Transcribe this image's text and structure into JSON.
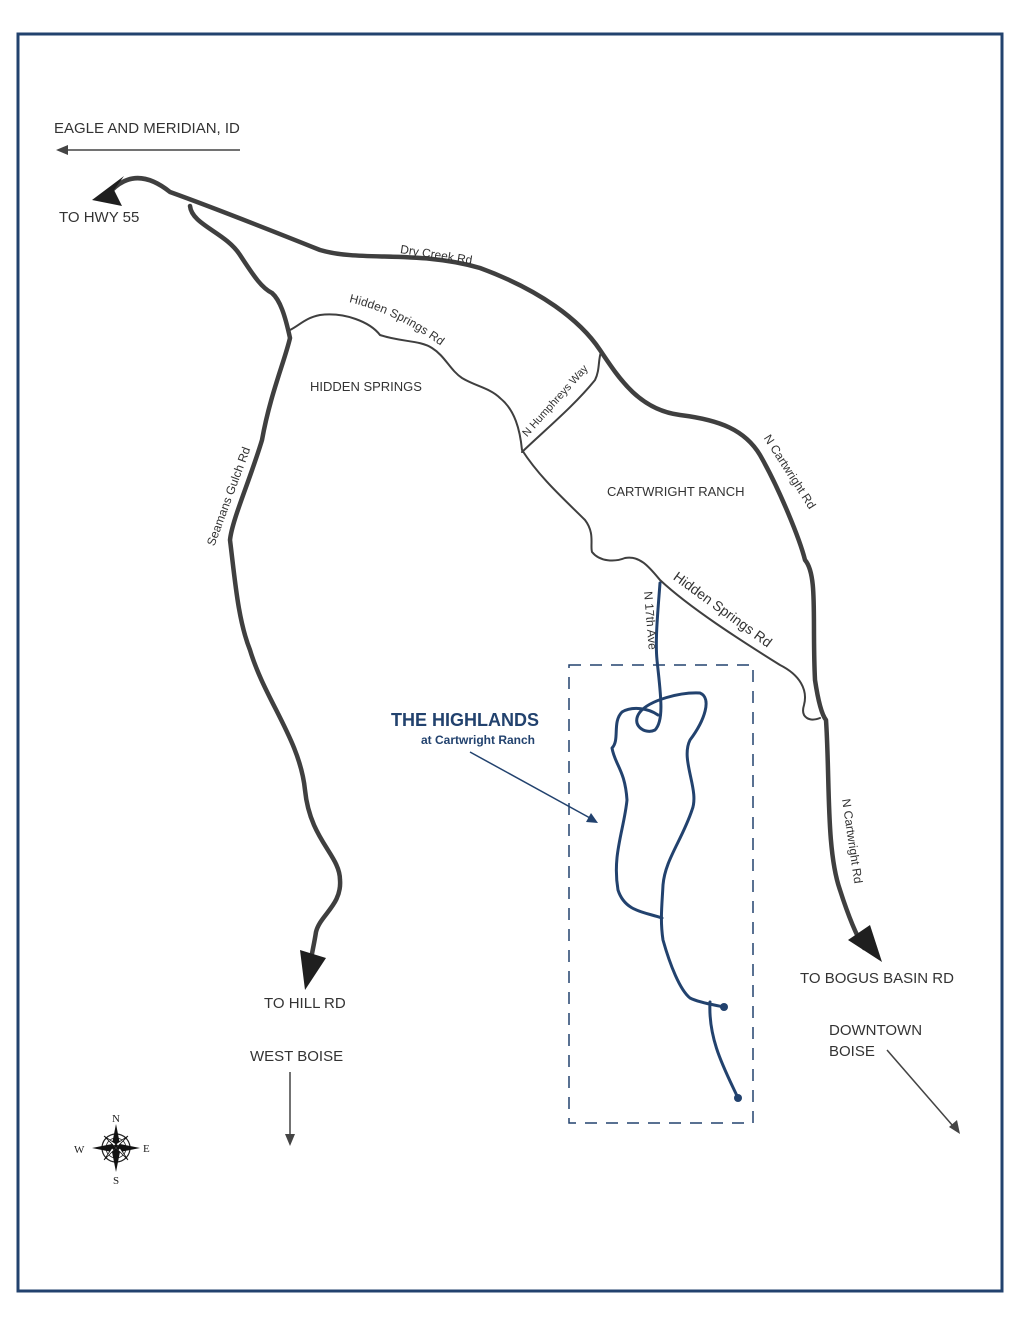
{
  "colors": {
    "frame": "#22426e",
    "road": "#3f3f3f",
    "highlands": "#22426e"
  },
  "destinations": {
    "eagle_meridian": "EAGLE AND MERIDIAN, ID",
    "hwy55": "TO HWY 55",
    "hill_rd": "TO HILL RD",
    "west_boise": "WEST BOISE",
    "bogus_basin": "TO BOGUS BASIN RD",
    "downtown_line1": "DOWNTOWN",
    "downtown_line2": "BOISE"
  },
  "areas": {
    "hidden_springs": "HIDDEN SPRINGS",
    "cartwright_ranch": "CARTWRIGHT RANCH"
  },
  "roads": {
    "dry_creek": "Dry Creek Rd",
    "hidden_springs_upper": "Hidden Springs Rd",
    "hidden_springs_lower": "Hidden Springs Rd",
    "n_humphreys": "N Humphreys Way",
    "n_cartwright_upper": "N Cartwright Rd",
    "n_cartwright_lower": "N Cartwright Rd",
    "seamans_gulch": "Seamans Gulch Rd",
    "n_17th": "N 17th Ave"
  },
  "highlands": {
    "title": "THE HIGHLANDS",
    "subtitle": "at Cartwright Ranch"
  },
  "compass": {
    "icon": "compass-rose-icon",
    "n": "N",
    "s": "S",
    "e": "E",
    "w": "W"
  }
}
